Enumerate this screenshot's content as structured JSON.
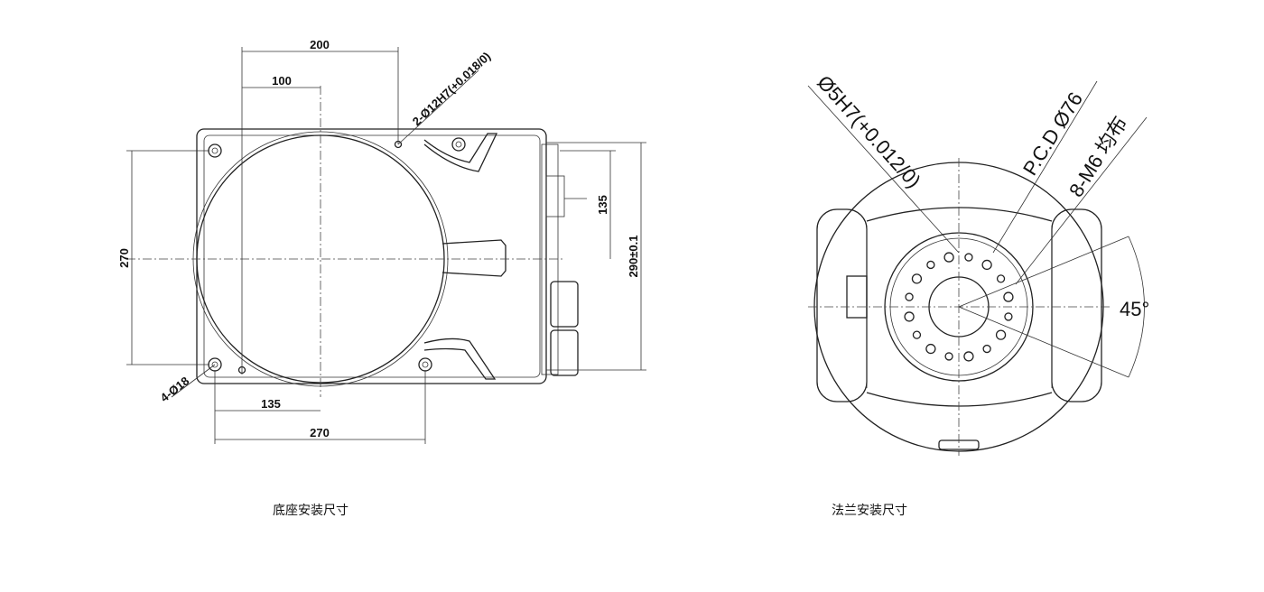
{
  "base_view": {
    "caption": "底座安装尺寸",
    "dims": {
      "d200": "200",
      "d100": "100",
      "d270_v": "270",
      "d135_h": "135",
      "d270_h": "270",
      "d135_v": "135",
      "d290": "290±0.1",
      "pin_hole": "2-Ø12H7(+0.018/0)",
      "mount_holes": "4-Ø18"
    }
  },
  "flange_view": {
    "caption": "法兰安装尺寸",
    "dims": {
      "pin": "Ø5H7(+0.012/0)",
      "pcd": "P.C.D Ø76",
      "threads": "8-M6 均布",
      "angle": "45°"
    }
  }
}
